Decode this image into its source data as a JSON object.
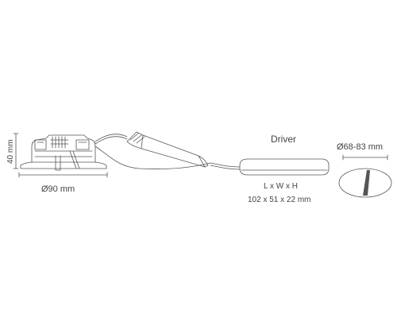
{
  "downlight": {
    "height_label": "40 mm",
    "diameter_label": "Ø90 mm"
  },
  "driver": {
    "title": "Driver",
    "dims_header": "L x W x H",
    "dims_values": "102 x 51 x 22 mm"
  },
  "cutout": {
    "label": "Ø68-83 mm"
  }
}
